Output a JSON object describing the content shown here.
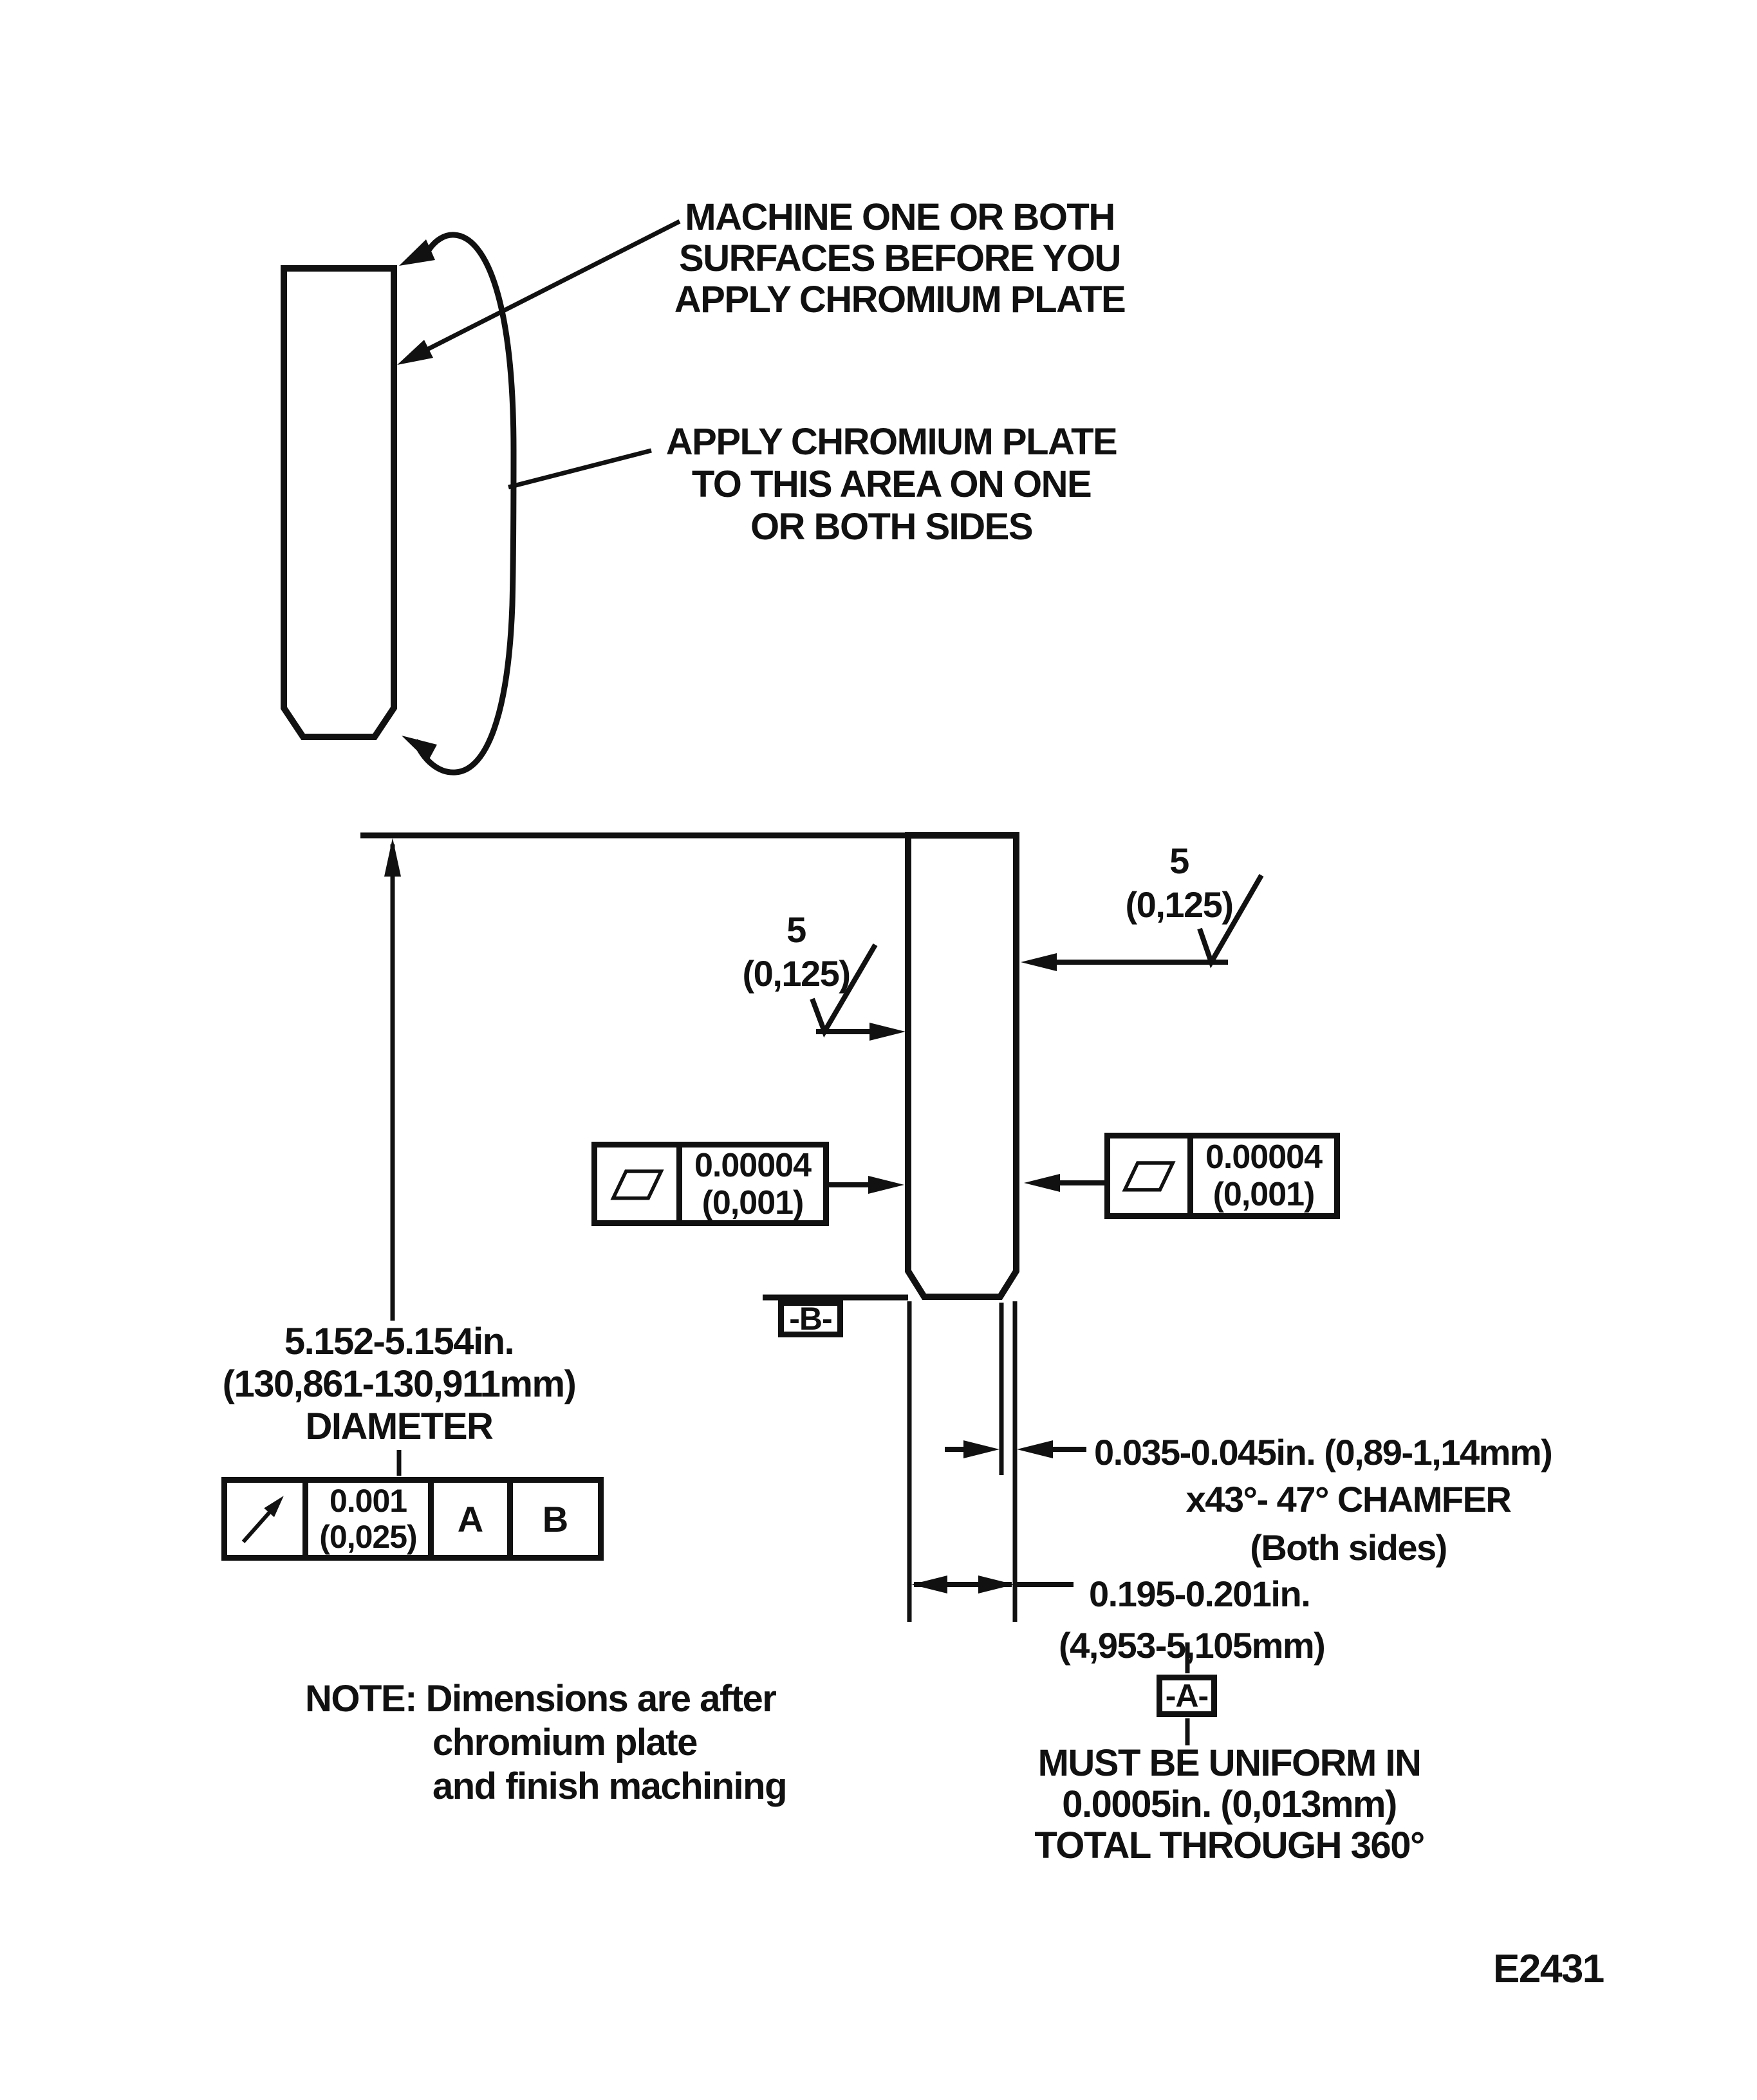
{
  "document": {
    "figure_code": "E2431"
  },
  "callouts": {
    "machine": {
      "line1": "MACHINE ONE OR BOTH",
      "line2": "SURFACES BEFORE YOU",
      "line3": "APPLY CHROMIUM PLATE"
    },
    "apply": {
      "line1": "APPLY CHROMIUM PLATE",
      "line2": "TO THIS AREA ON ONE",
      "line3": "OR BOTH SIDES"
    }
  },
  "surface_finish": {
    "grade": "5",
    "metric": "(0,125)",
    "icon": "surface-finish-check"
  },
  "flatness": {
    "tolerance": "0.00004",
    "metric": "(0,001)",
    "icon": "flatness-parallelogram"
  },
  "diameter": {
    "range_in": "5.152-5.154in.",
    "range_mm": "(130,861-130,911mm)",
    "label": "DIAMETER"
  },
  "runout_frame": {
    "tolerance": "0.001",
    "metric": "(0,025)",
    "datum_primary": "A",
    "datum_secondary": "B",
    "icon": "runout-arrow"
  },
  "datum_a": "-A-",
  "datum_b": "-B-",
  "chamfer": {
    "line1": "0.035-0.045in. (0,89-1,14mm)",
    "line2": "x43°- 47° CHAMFER",
    "line3": "(Both sides)"
  },
  "thickness": {
    "range_in": "0.195-0.201in.",
    "range_mm": "(4,953-5,105mm)"
  },
  "uniform": {
    "line1": "MUST BE UNIFORM IN",
    "line2": "0.0005in. (0,013mm)",
    "line3": "TOTAL THROUGH 360°"
  },
  "note": {
    "label": "NOTE:",
    "line1": "Dimensions are after",
    "line2": "chromium plate",
    "line3": "and finish machining"
  },
  "colors": {
    "ink": "#111111",
    "paper": "#ffffff"
  }
}
